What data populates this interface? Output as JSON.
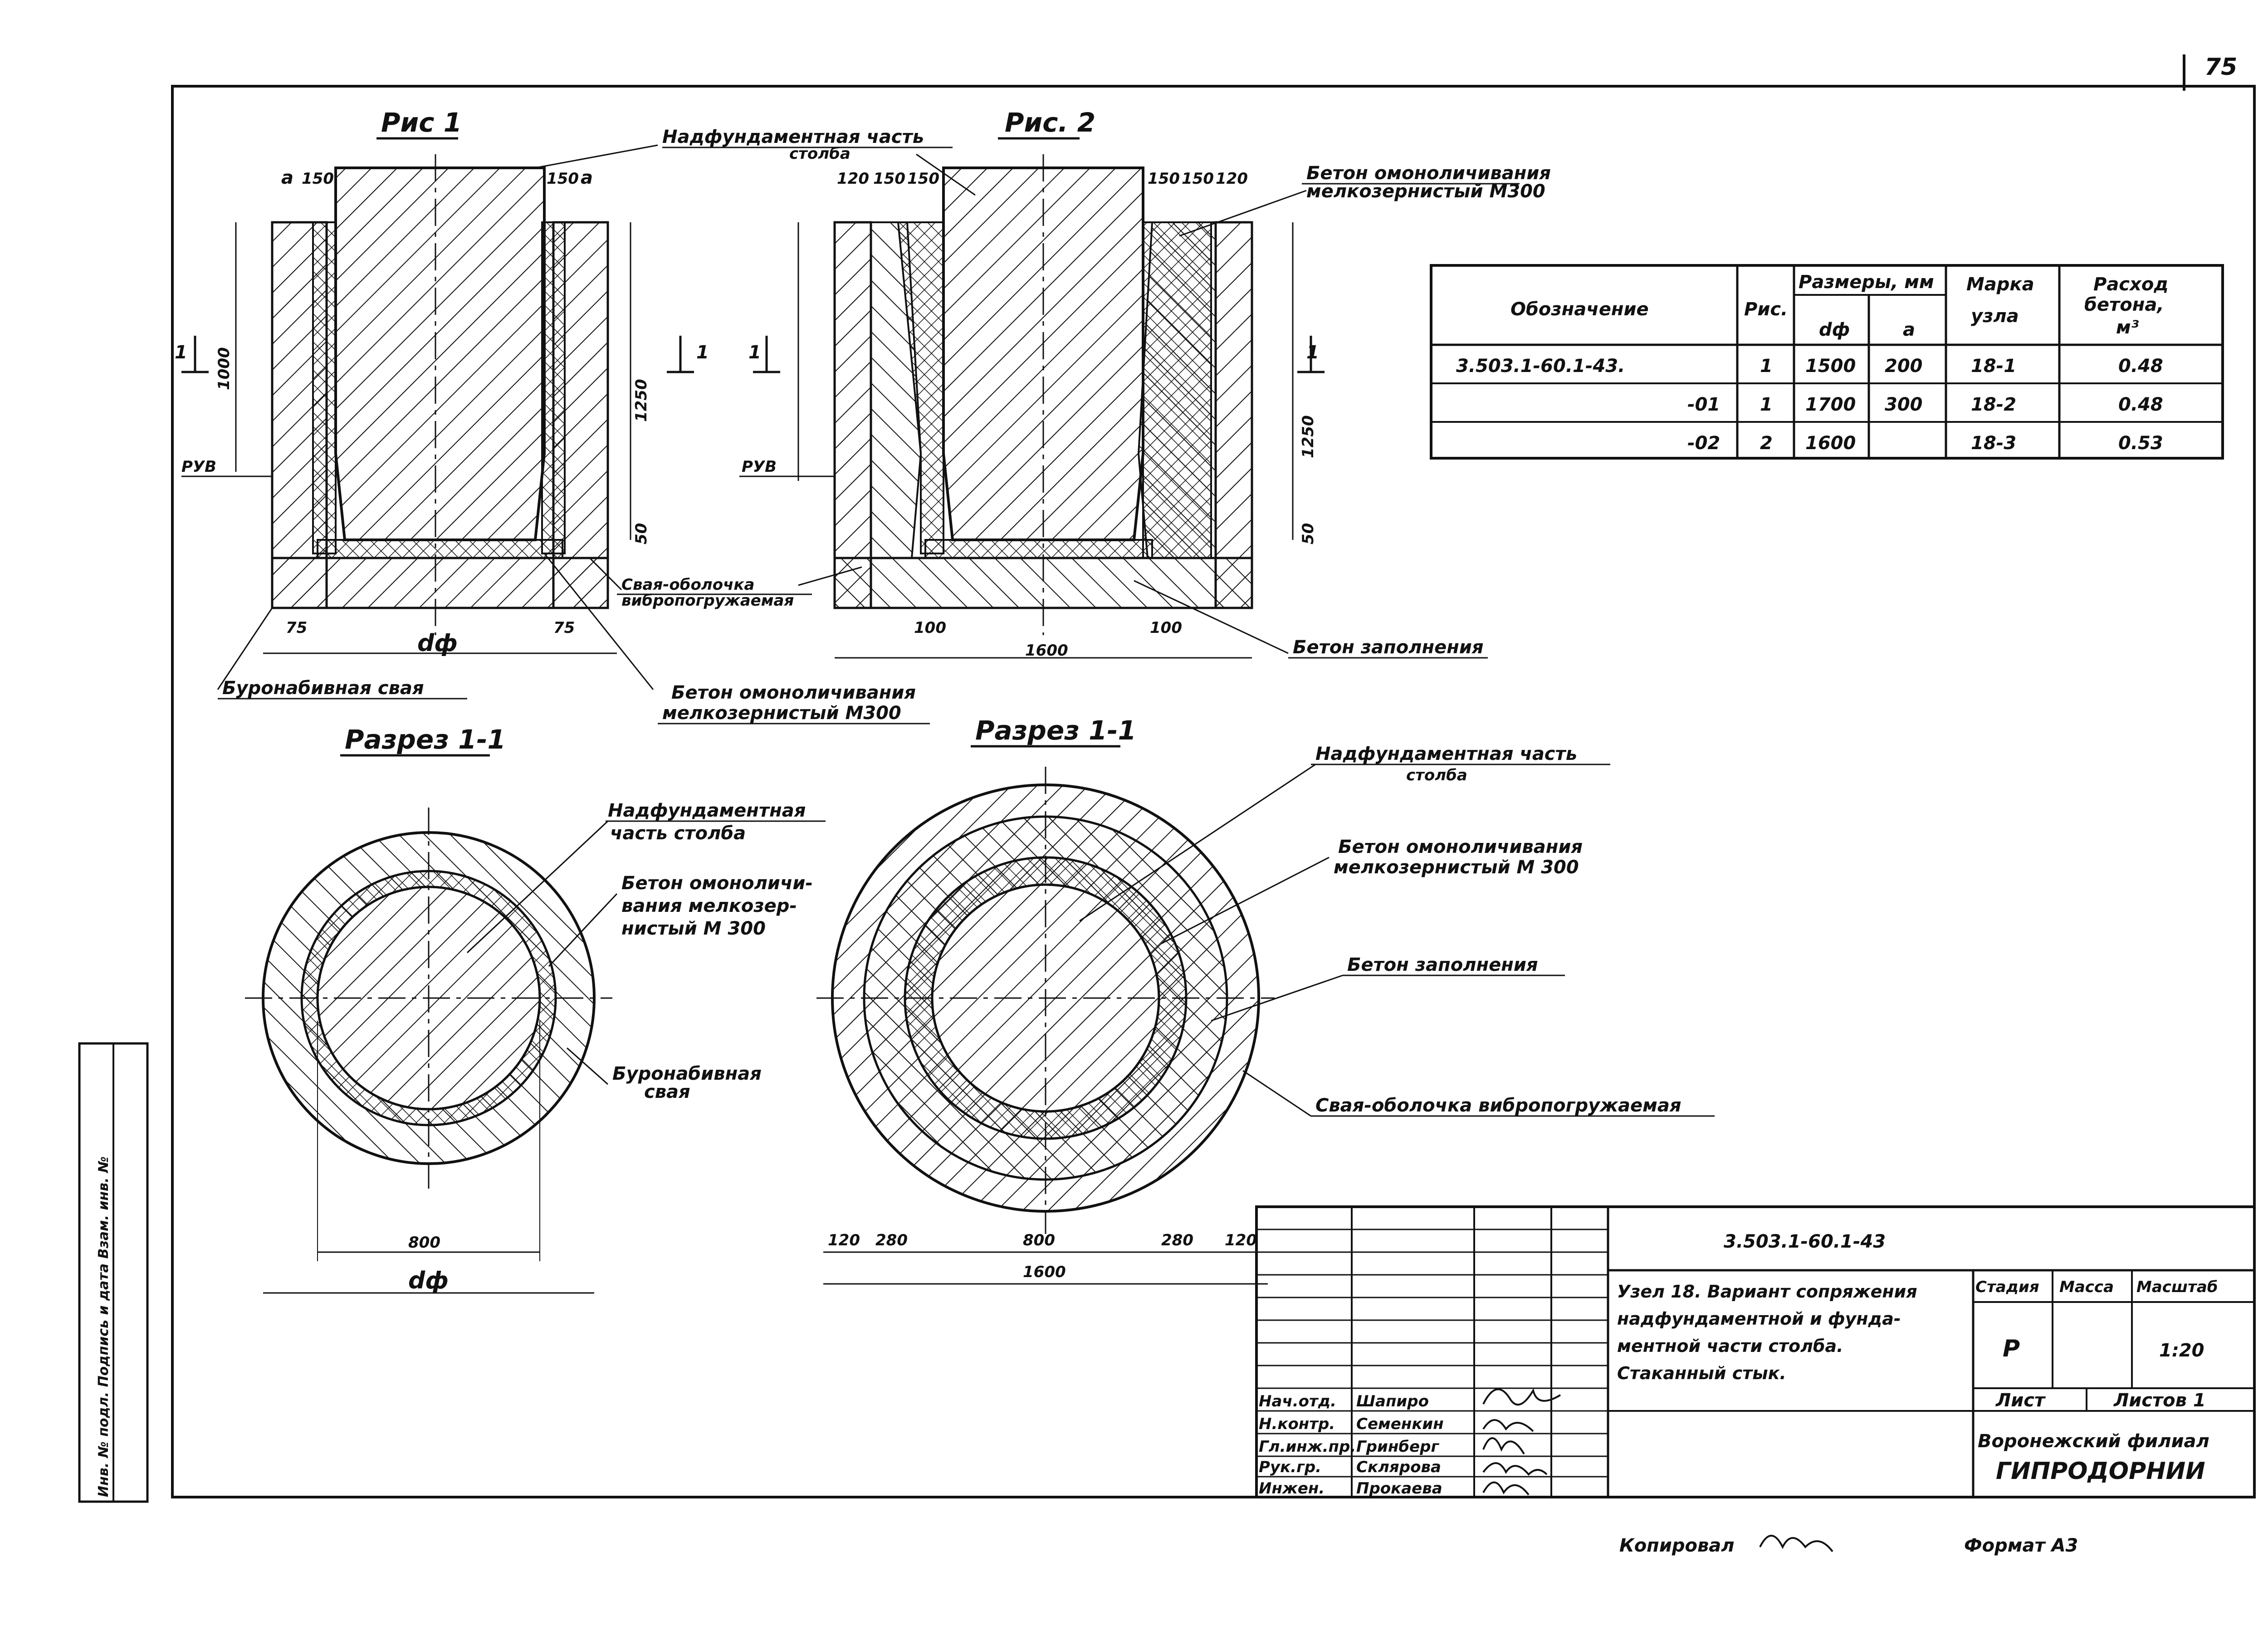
{
  "page_number": "75",
  "figures": {
    "fig1_title": "Рис 1",
    "fig2_title": "Рис. 2",
    "section1_title": "Разрез 1-1",
    "section2_title": "Разрез 1-1"
  },
  "labels": {
    "nadfund_part": "Надфундаментная часть",
    "nadfund_part_2": "столба",
    "beton_omon_top1": "Бетон омоноличивания",
    "beton_omon_top2": "мелкозернистый М300",
    "svaya_obolochka_1": "Свая-оболочка",
    "svaya_obolochka_2": "вибропогружаемая",
    "buronab_svaya": "Буронабивная свая",
    "beton_omon_bot1": "Бетон омоноличивания",
    "beton_omon_bot2": "мелкозернистый М300",
    "beton_zapoln": "Бетон заполнения",
    "s1_nadfund_1": "Надфундаментная",
    "s1_nadfund_2": "часть столба",
    "s1_beton_1": "Бетон омоноличи-",
    "s1_beton_2": "вания мелкозер-",
    "s1_beton_3": "нистый М 300",
    "s1_buronab_1": "Буронабивная",
    "s1_buronab_2": "свая",
    "s2_nadfund_1": "Надфундаментная часть",
    "s2_nadfund_2": "столба",
    "s2_beton_1": "Бетон омоноличивания",
    "s2_beton_2": "мелкозернистый М 300",
    "s2_zapoln": "Бетон заполнения",
    "s2_svaya": "Свая-оболочка вибропогружаемая"
  },
  "dims": {
    "a": "a",
    "d150": "150",
    "d120": "120",
    "d1000": "1000",
    "d1250": "1250",
    "d50": "50",
    "d75": "75",
    "df": "dф",
    "d1600": "1600",
    "d100": "100",
    "d800": "800",
    "d280": "280",
    "ruv": "РУВ",
    "sec": "1"
  },
  "table": {
    "headers": {
      "oboznachenie": "Обозначение",
      "ris": "Рис.",
      "razmery": "Размеры, мм",
      "df": "dф",
      "a": "a",
      "marka1": "Марка",
      "marka2": "узла",
      "rashod1": "Расход",
      "rashod2": "бетона,",
      "rashod3": "м³"
    },
    "rows": [
      {
        "obozn": "3.503.1-60.1-43.",
        "ris": "1",
        "df": "1500",
        "a": "200",
        "marka": "18-1",
        "rashod": "0.48"
      },
      {
        "obozn": "-01",
        "ris": "1",
        "df": "1700",
        "a": "300",
        "marka": "18-2",
        "rashod": "0.48"
      },
      {
        "obozn": "-02",
        "ris": "2",
        "df": "1600",
        "a": "",
        "marka": "18-3",
        "rashod": "0.53"
      }
    ]
  },
  "title_block": {
    "code": "3.503.1-60.1-43",
    "desc_1": "Узел 18. Вариант сопряжения",
    "desc_2": "надфундаментной и фунда-",
    "desc_3": "ментной части столба.",
    "desc_4": "Стаканный стык.",
    "stadia_h": "Стадия",
    "massa_h": "Масса",
    "masshtab_h": "Масштаб",
    "stadia": "Р",
    "masshtab": "1:20",
    "list": "Лист",
    "listov": "Листов 1",
    "org_1": "Воронежский филиал",
    "org_2": "ГИПРОДОРНИИ",
    "people": [
      {
        "role": "Нач.отд.",
        "name": "Шапиро"
      },
      {
        "role": "Н.контр.",
        "name": "Семенкин"
      },
      {
        "role": "Гл.инж.пр.",
        "name": "Гринберг"
      },
      {
        "role": "Рук.гр.",
        "name": "Склярова"
      },
      {
        "role": "Инжен.",
        "name": "Прокаева"
      }
    ]
  },
  "footer": {
    "copied": "Копировал",
    "format": "Формат А3"
  },
  "side_stamp": "Инв. № подл.  Подпись и дата  Взам. инв. №"
}
